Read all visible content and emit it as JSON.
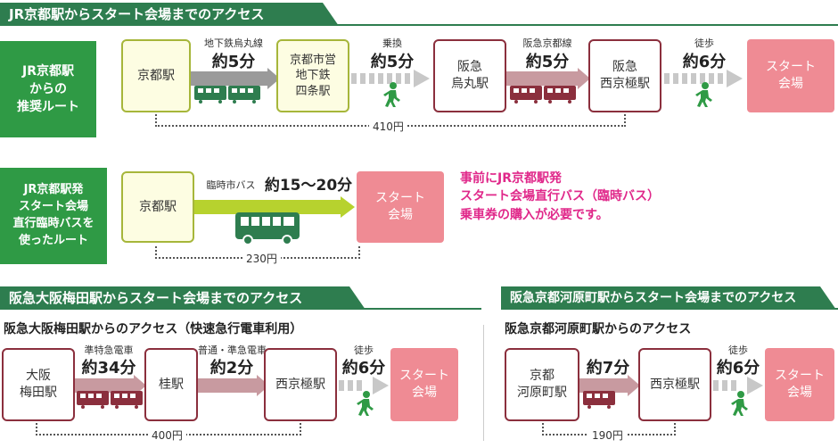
{
  "sec1": {
    "title": "JR京都駅からスタート会場までのアクセス",
    "route1": {
      "label": "JR京都駅\nからの\n推奨ルート",
      "s1": "京都駅",
      "l1": "地下鉄烏丸線",
      "t1": "約5分",
      "s2": "京都市営\n地下鉄\n四条駅",
      "l2": "乗換",
      "t2": "約5分",
      "s3": "阪急\n烏丸駅",
      "l3": "阪急京都線",
      "t3": "約5分",
      "s4": "阪急\n西京極駅",
      "l4": "徒歩",
      "t4": "約6分",
      "goal": "スタート\n会場",
      "fare": "410円"
    },
    "route2": {
      "label": "JR京都駅発\nスタート会場\n直行臨時バスを\n使ったルート",
      "s1": "京都駅",
      "l1": "臨時市バス",
      "t1": "約15〜20分",
      "goal": "スタート\n会場",
      "fare": "230円",
      "note": "事前にJR京都駅発\nスタート会場直行バス（臨時バス）\n乗車券の購入が必要です。"
    }
  },
  "sec2": {
    "title": "阪急大阪梅田駅からスタート会場までのアクセス",
    "subtitle": "阪急大阪梅田駅からのアクセス（快速急行電車利用）",
    "s1": "大阪\n梅田駅",
    "l1": "準特急電車",
    "t1": "約34分",
    "s2": "桂駅",
    "l2": "普通・準急電車",
    "t2": "約2分",
    "s3": "西京極駅",
    "l3": "徒歩",
    "t3": "約6分",
    "goal": "スタート\n会場",
    "fare": "400円"
  },
  "sec3": {
    "title": "阪急京都河原町駅からスタート会場までのアクセス",
    "subtitle": "阪急京都河原町駅からのアクセス",
    "s1": "京都\n河原町駅",
    "t1": "約7分",
    "s2": "西京極駅",
    "l2": "徒歩",
    "t2": "約6分",
    "goal": "スタート\n会場",
    "fare": "190円"
  },
  "colors": {
    "header": "#2e7d4f",
    "sidebar": "#2f9a45",
    "subway": "#9a9a9a",
    "hankyu": "#8b2f3d",
    "hankyu_arrow": "#c89aa0",
    "bus": "#b7d22e",
    "goal": "#ef8b94",
    "note": "#e0288a",
    "walker": "#2f9a45"
  }
}
